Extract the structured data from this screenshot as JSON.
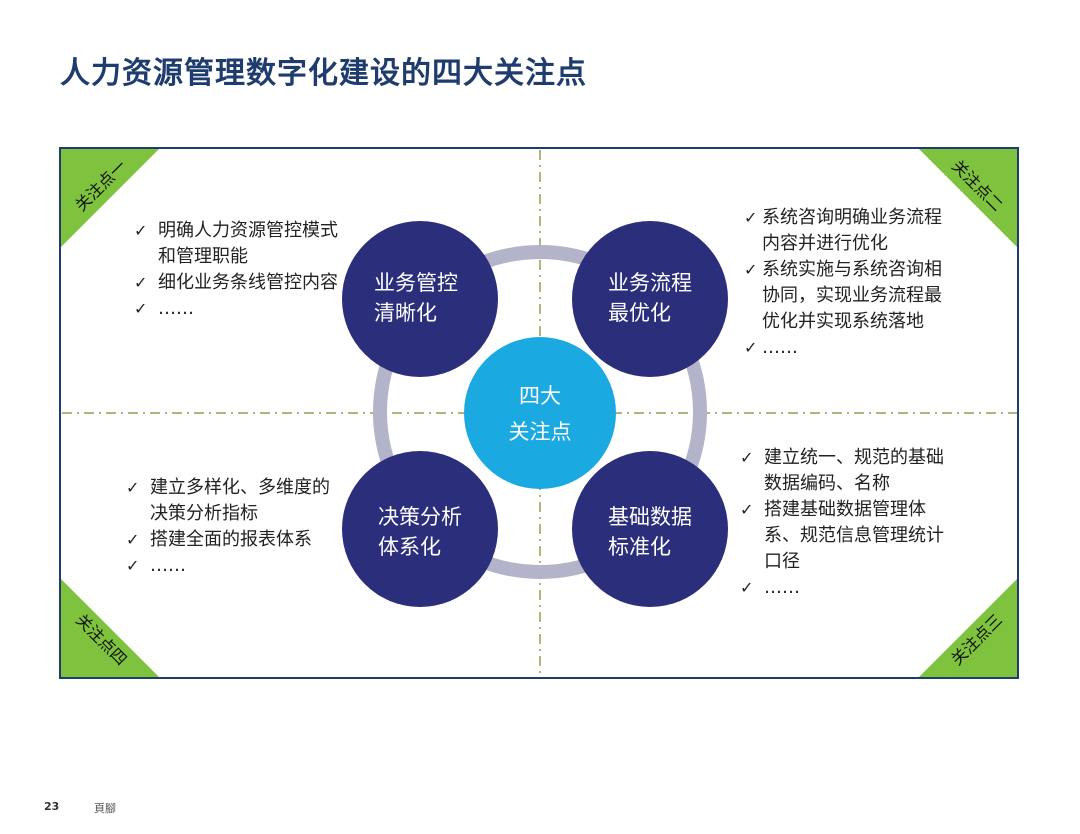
{
  "title": "人力资源管理数字化建设的四大关注点",
  "corners": {
    "top_left": "关注点一",
    "top_right": "关注点二",
    "bottom_right": "关注点三",
    "bottom_left": "关注点四"
  },
  "center": {
    "line1": "四大",
    "line2": "关注点"
  },
  "circles": {
    "top_left": {
      "line1": "业务管控",
      "line2": "清晰化"
    },
    "top_right": {
      "line1": "业务流程",
      "line2": "最优化"
    },
    "bottom_left": {
      "line1": "决策分析",
      "line2": "体系化"
    },
    "bottom_right": {
      "line1": "基础数据",
      "line2": "标准化"
    }
  },
  "bullets": {
    "check": "✓",
    "top_left": [
      "明确人力资源管控模式和管理职能",
      "细化业务条线管控内容",
      "……"
    ],
    "top_right": [
      "系统咨询明确业务流程内容并进行优化",
      "系统实施与系统咨询相协同，实现业务流程最优化并实现系统落地",
      "……"
    ],
    "bottom_left": [
      "建立多样化、多维度的决策分析指标",
      "搭建全面的报表体系",
      "……"
    ],
    "bottom_right": [
      "建立统一、规范的基础数据编码、名称",
      "搭建基础数据管理体系、规范信息管理统计口径",
      "……"
    ]
  },
  "footer": {
    "page_number": "23",
    "label": "頁腳"
  },
  "colors": {
    "title": "#1f3c6e",
    "circle": "#2b2e7a",
    "center_circle": "#1ba9e1",
    "ring": "#b3b3c9",
    "corner": "#7ec23d",
    "divider": "#a9b97a"
  }
}
